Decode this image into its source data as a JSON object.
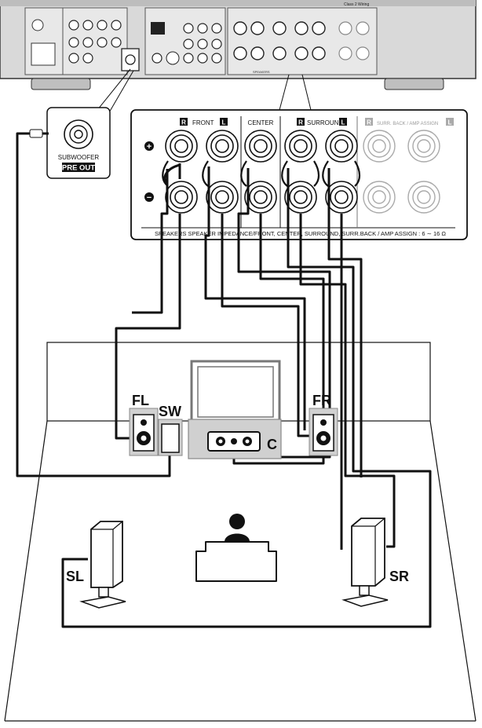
{
  "receiver": {
    "top_label": "Class 2 Wiring",
    "section_labels": [
      "FRONT",
      "CENTER",
      "SURROUND",
      "SURR. BACK / AMP ASSIGN"
    ],
    "bottom_label": "SPEAKERS"
  },
  "subwoofer_callout": {
    "line1": "SUBWOOFER",
    "line2": "PRE OUT"
  },
  "terminal_panel": {
    "r_badge": "R",
    "l_badge": "L",
    "front": "FRONT",
    "center": "CENTER",
    "surround": "SURROUND",
    "surr_back": "SURR. BACK / AMP ASSIGN",
    "plus": "+",
    "minus": "−",
    "footer": "SPEAKERS   SPEAKER IMPEDANCE/FRONT, CENTER, SURROUND, SURR.BACK / AMP ASSIGN : 6 ∼ 16 Ω"
  },
  "room": {
    "speakers": {
      "fl": "FL",
      "sw": "SW",
      "fr": "FR",
      "c": "C",
      "sl": "SL",
      "sr": "SR"
    }
  }
}
